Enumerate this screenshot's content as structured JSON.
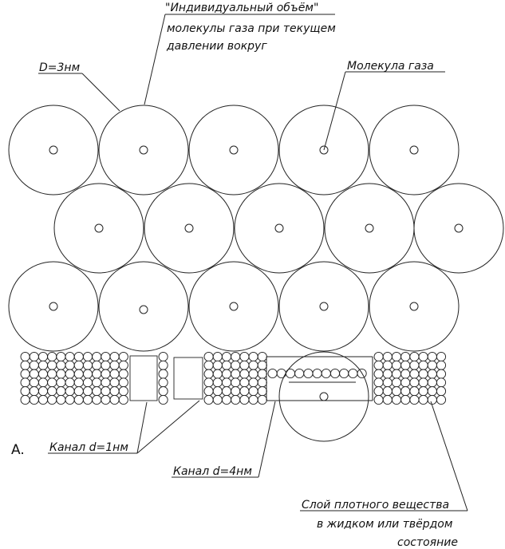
{
  "labels": {
    "individual_volume_line1": "\"Индивидуальный  объём\"",
    "individual_volume_line2": "молекулы газа при текущем",
    "individual_volume_line3": "давлении вокруг",
    "diameter": "D=3нм",
    "gas_molecule": "Молекула газа",
    "figure_letter": "A.",
    "channel_1nm": "Канал d=1нм",
    "channel_4nm": "Канал d=4нм",
    "dense_layer_line1": "Слой плотного вещества",
    "dense_layer_line2": "в жидком или  твёрдом",
    "dense_layer_line3": "состояние"
  }
}
